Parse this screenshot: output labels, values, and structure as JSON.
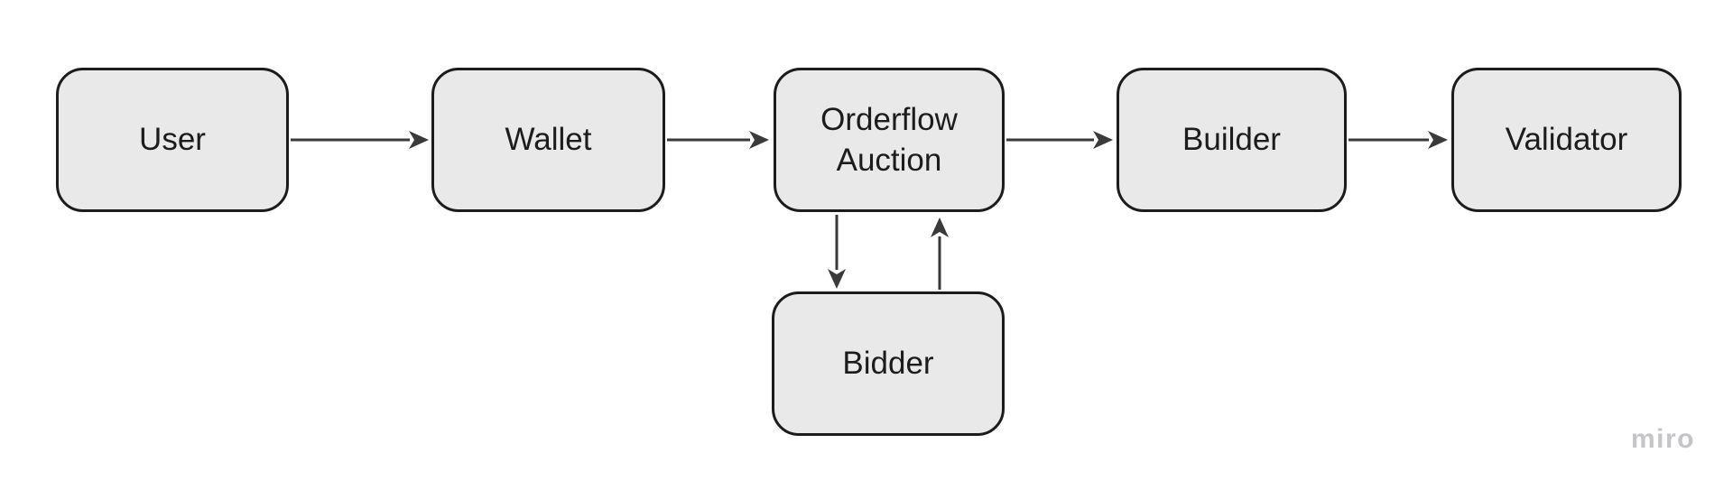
{
  "watermark": "miro",
  "diagram": {
    "nodes": [
      {
        "id": "user",
        "label": "User"
      },
      {
        "id": "wallet",
        "label": "Wallet"
      },
      {
        "id": "orderflow-auction",
        "label": "Orderflow Auction"
      },
      {
        "id": "builder",
        "label": "Builder"
      },
      {
        "id": "validator",
        "label": "Validator"
      },
      {
        "id": "bidder",
        "label": "Bidder"
      }
    ],
    "edges": [
      {
        "from": "user",
        "to": "wallet",
        "direction": "right"
      },
      {
        "from": "wallet",
        "to": "orderflow-auction",
        "direction": "right"
      },
      {
        "from": "orderflow-auction",
        "to": "builder",
        "direction": "right"
      },
      {
        "from": "builder",
        "to": "validator",
        "direction": "right"
      },
      {
        "from": "orderflow-auction",
        "to": "bidder",
        "direction": "down"
      },
      {
        "from": "bidder",
        "to": "orderflow-auction",
        "direction": "up"
      }
    ],
    "colors": {
      "node_fill": "#e9e9e9",
      "node_border": "#1c1c1c",
      "node_text": "#1c1c1c",
      "connector": "#3a3a3a",
      "background": "#ffffff",
      "watermark": "#c5c5c9"
    }
  }
}
